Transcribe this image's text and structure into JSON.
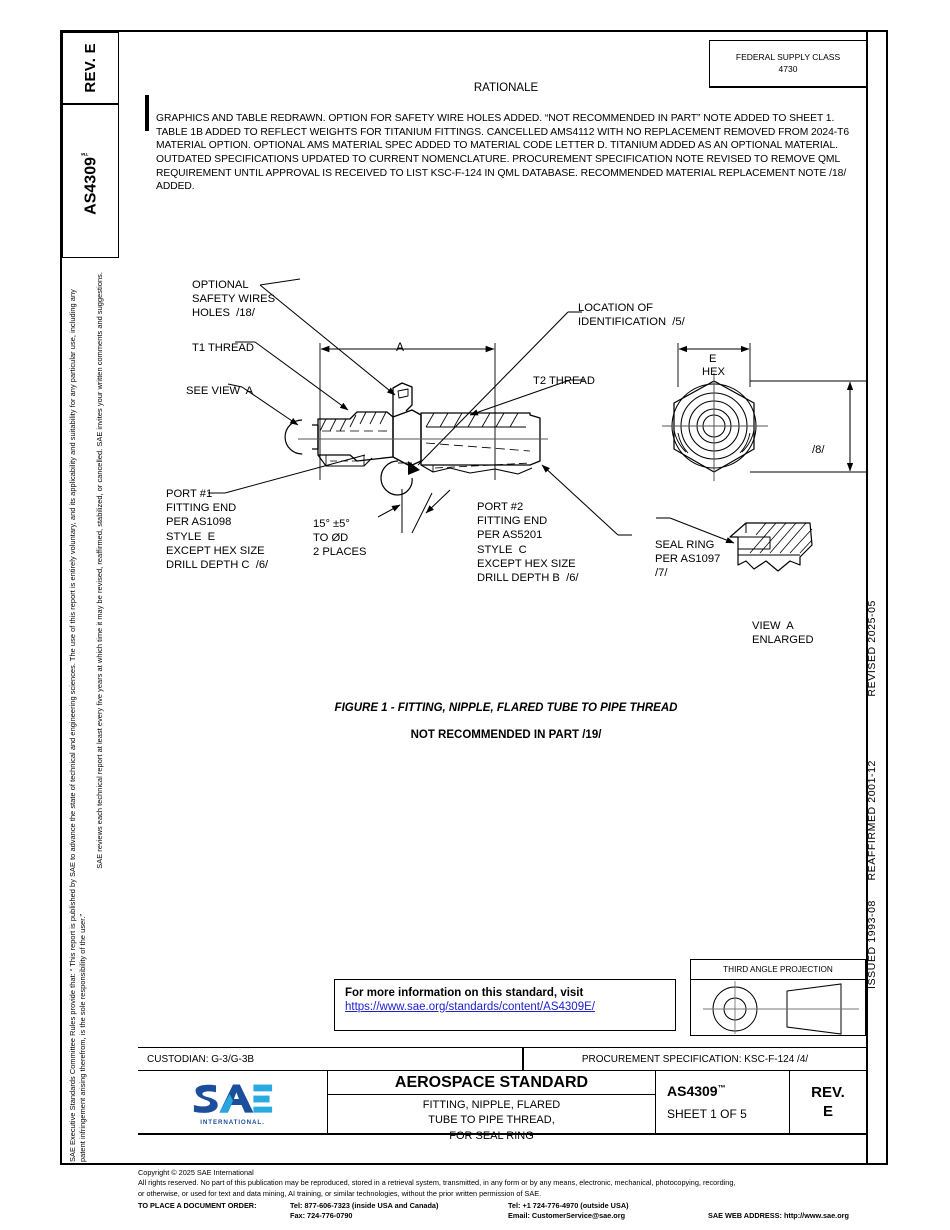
{
  "header": {
    "rev_label": "REV.",
    "rev_value": "E",
    "doc_number": "AS4309",
    "trademark": "™",
    "fsc_label": "FEDERAL SUPPLY CLASS",
    "fsc_value": "4730"
  },
  "rationale": {
    "title": "RATIONALE",
    "body": "GRAPHICS AND TABLE REDRAWN. OPTION FOR SAFETY WIRE HOLES ADDED. “NOT RECOMMENDED IN PART” NOTE ADDED TO SHEET 1. TABLE 1B ADDED TO REFLECT WEIGHTS FOR TITANIUM FITTINGS. CANCELLED AMS4112 WITH NO REPLACEMENT REMOVED FROM 2024-T6 MATERIAL OPTION. OPTIONAL AMS MATERIAL SPEC ADDED TO MATERIAL CODE LETTER D. TITANIUM ADDED AS AN OPTIONAL MATERIAL. OUTDATED SPECIFICATIONS UPDATED TO CURRENT NOMENCLATURE. PROCUREMENT SPECIFICATION NOTE REVISED TO REMOVE QML REQUIREMENT UNTIL APPROVAL IS RECEIVED TO LIST KSC-F-124 IN QML DATABASE. RECOMMENDED MATERIAL REPLACEMENT NOTE /18/ ADDED."
  },
  "legal": {
    "paragraph_1": "SAE Executive Standards Committee Rules provide that: “ This report is published by SAE to advance the state of technical and engineering sciences. The use of this report is entirely voluntary, and its applicability and suitability for any particular use, including any patent infringement arising therefrom, is the sole responsibility of the user.”",
    "paragraph_2": "SAE reviews each technical report at least every five years at which time it may be revised, reaffirmed, stabilized, or cancelled. SAE invites your written comments and suggestions."
  },
  "dates": {
    "revised": "REVISED 2025-05",
    "reaffirmed": "REAFFIRMED 2001-12",
    "issued": "ISSUED 1993-08"
  },
  "drawing": {
    "labels": {
      "optional_safety_wires": "OPTIONAL\nSAFETY WIRES\nHOLES  /18/",
      "t1_thread": "T1 THREAD",
      "see_view_a": "SEE VIEW  A",
      "location_of_id": "LOCATION OF\nIDENTIFICATION  /5/",
      "t2_thread": "T2 THREAD",
      "dimension_a": "A",
      "port1": "PORT #1\nFITTING END\nPER AS1098\nSTYLE  E\nEXCEPT HEX SIZE\nDRILL DEPTH C  /6/",
      "angle_note": "15° ±5°\nTO ØD\n2 PLACES",
      "port2": "PORT #2\nFITTING END\nPER AS5201\nSTYLE  C\nEXCEPT HEX SIZE\nDRILL DEPTH B  /6/",
      "hex_e": "E",
      "hex_word": "HEX",
      "dim_8": "/8/",
      "seal_ring": "SEAL RING\nPER AS1097\n/7/",
      "view_a": "VIEW  A\nENLARGED"
    },
    "figure_caption": "FIGURE 1 - FITTING, NIPPLE, FLARED TUBE TO PIPE THREAD",
    "not_recommended": "NOT RECOMMENDED IN PART /19/"
  },
  "info_box": {
    "line1": "For more information on this standard, visit",
    "url": "https://www.sae.org/standards/content/AS4309E/",
    "link_color": "#2020d0"
  },
  "third_angle": {
    "title": "THIRD ANGLE PROJECTION"
  },
  "custodian_row": {
    "custodian": "CUSTODIAN: G-3/G-3B",
    "procurement": "PROCUREMENT SPECIFICATION: KSC-F-124 /4/"
  },
  "title_block": {
    "logo_text": "SAE",
    "logo_sub": "INTERNATIONAL.",
    "standard": "AEROSPACE STANDARD",
    "subtitle": "FITTING, NIPPLE, FLARED\nTUBE TO PIPE THREAD,\nFOR SEAL RING",
    "doc_number": "AS4309",
    "trademark": "™",
    "sheet": "SHEET 1 OF 5",
    "rev_label": "REV.",
    "rev_value": "E",
    "logo_light": "#29abe2",
    "logo_dark": "#1b4e9b"
  },
  "footer": {
    "copyright": "Copyright © 2025 SAE International",
    "rights_line1": "All rights reserved. No part of this publication may be reproduced, stored in a retrieval system, transmitted, in any form or by any means, electronic, mechanical, photocopying, recording,",
    "rights_line2": "or otherwise, or used for text and data mining, AI training, or similar technologies, without the prior written permission of SAE.",
    "order_label": "TO PLACE A DOCUMENT ORDER:",
    "tel_usa": "Tel: 877-606-7323 (inside USA and Canada)",
    "tel_intl": "Tel: +1 724-776-4970 (outside USA)",
    "fax": "Fax: 724-776-0790",
    "email": "Email: CustomerService@sae.org",
    "web": "SAE WEB ADDRESS: http://www.sae.org"
  }
}
